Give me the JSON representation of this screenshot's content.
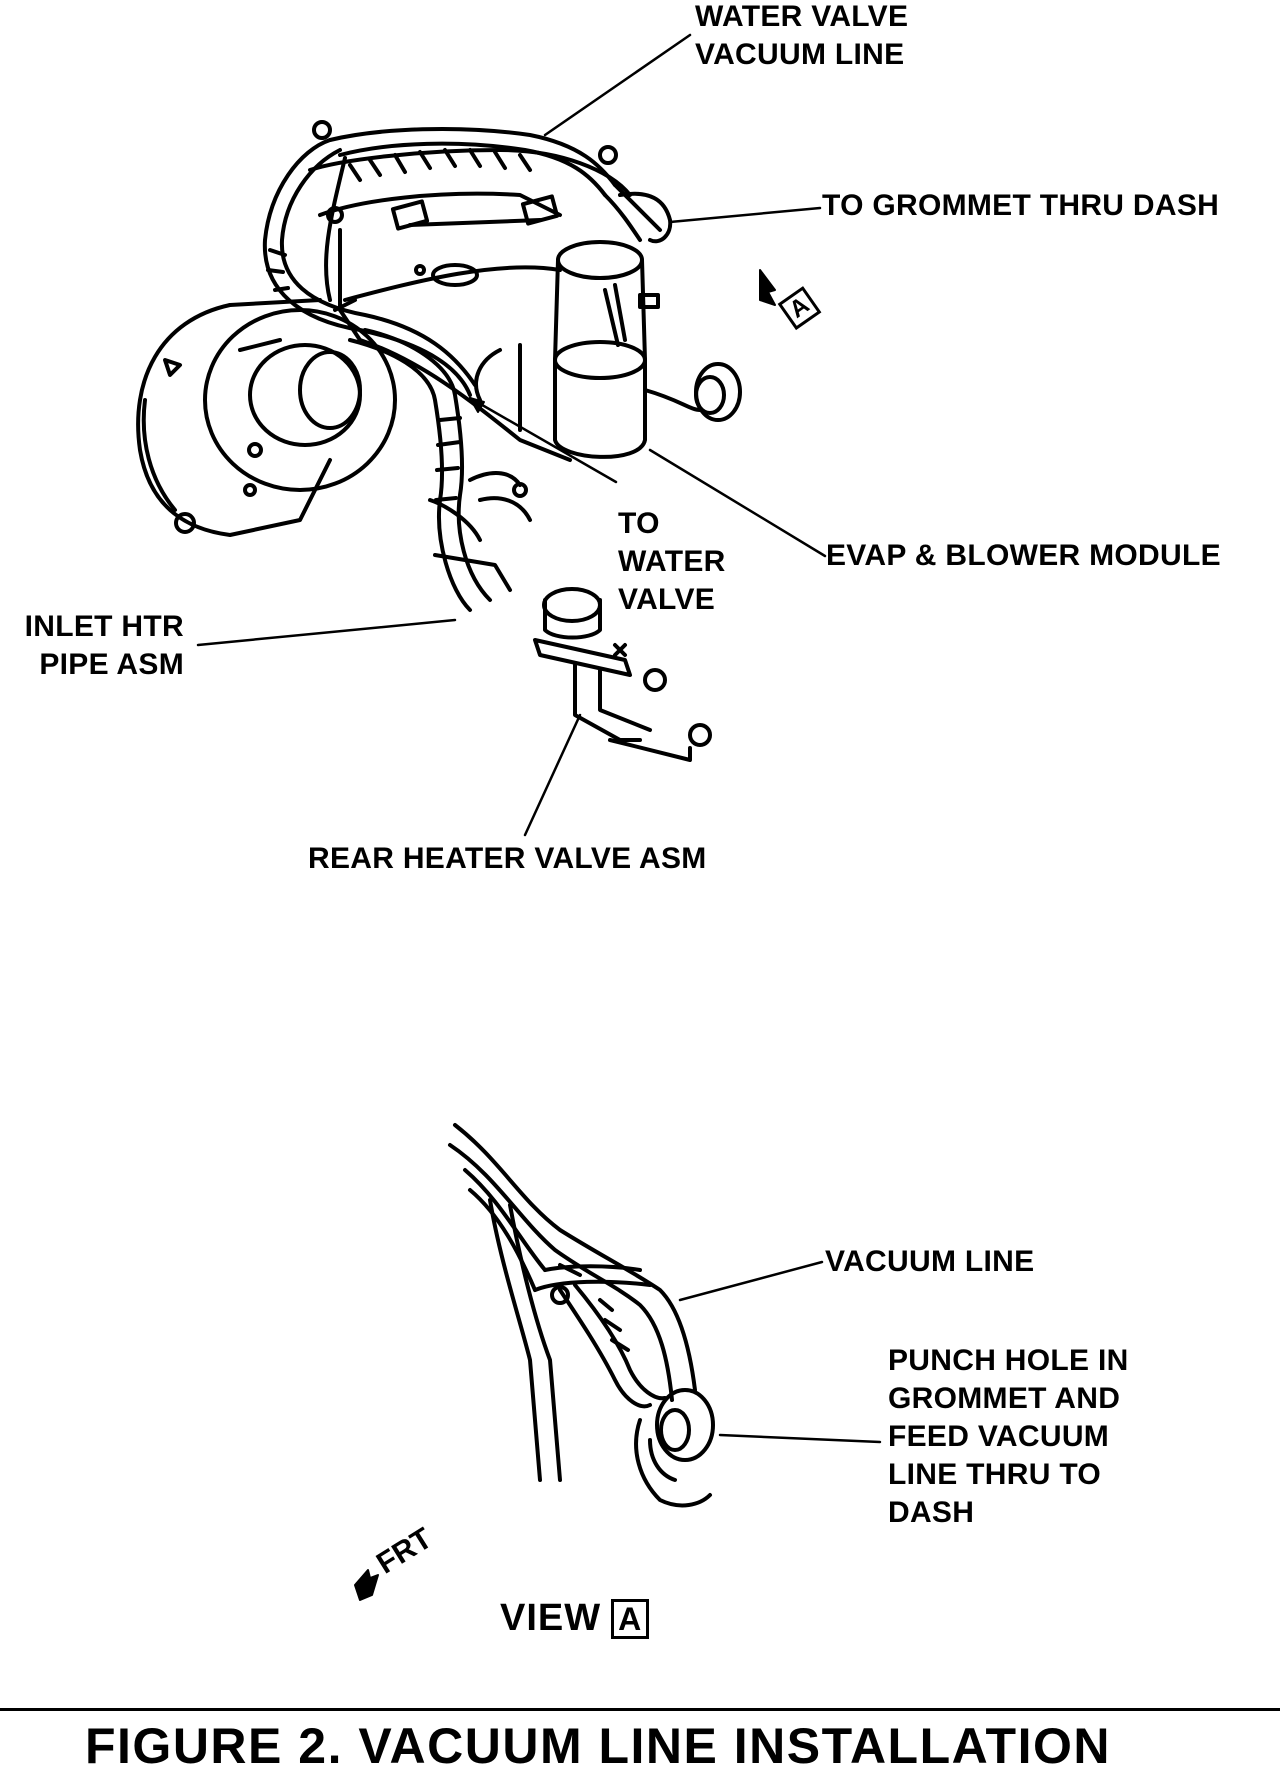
{
  "labels": {
    "water_valve_vacuum_line": [
      "WATER VALVE",
      "VACUUM LINE"
    ],
    "to_grommet_thru_dash": "TO GROMMET THRU DASH",
    "to_water_valve": [
      "TO",
      "WATER",
      "VALVE"
    ],
    "evap_blower_module": "EVAP & BLOWER MODULE",
    "inlet_htr_pipe_asm": [
      "INLET HTR",
      "PIPE ASM"
    ],
    "rear_heater_valve_asm": "REAR HEATER VALVE ASM",
    "vacuum_line": "VACUUM LINE",
    "punch_hole": [
      "PUNCH HOLE IN",
      "GROMMET AND",
      "FEED VACUUM",
      "LINE THRU TO",
      "DASH"
    ],
    "view": "VIEW",
    "view_letter": "A",
    "frt": "FRT",
    "callout_letter": "A"
  },
  "caption": "FIGURE 2. VACUUM LINE INSTALLATION"
}
